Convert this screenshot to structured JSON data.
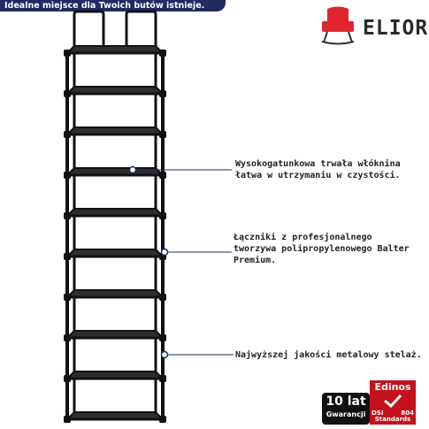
{
  "banner": {
    "text": "Idealne miejsce dla Twoich butów istnieje."
  },
  "brand": {
    "name": "ELIOR",
    "icon": "armchair-icon",
    "accent": "#e0252f"
  },
  "rack": {
    "shelves": 10,
    "frame_color": "#111111",
    "fabric_color": "#2e2e2e"
  },
  "callouts": [
    {
      "lines": [
        "Wysokogatunkowa trwała włóknina",
        "łatwa w utrzymaniu w czystości."
      ]
    },
    {
      "lines": [
        "Łączniki z profesjonalnego",
        "tworzywa polipropylenowego Balter",
        "Premium."
      ]
    },
    {
      "lines": [
        "Najwyższej jakości metalowy stelaż."
      ]
    }
  ],
  "badges": {
    "warranty_number": "10 lat",
    "warranty_label": "Gwarancji",
    "edinos_title": "Edinos",
    "edinos_left": "DSI",
    "edinos_code": "804",
    "edinos_standards": "Standards",
    "warranty_color": "#111111",
    "edinos_color": "#c4121d"
  },
  "colors": {
    "banner_bg": "#202a63",
    "pointer": "#1e2a6e"
  }
}
